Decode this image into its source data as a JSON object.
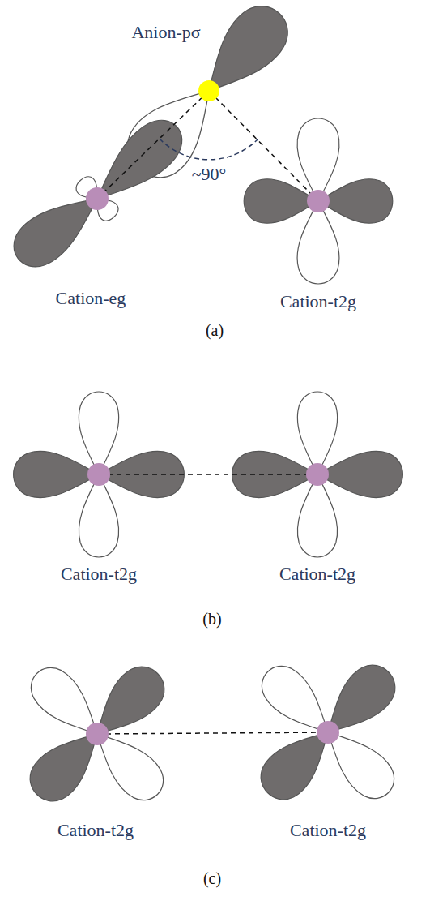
{
  "diagram": {
    "labels": [
      "Anion-pσ",
      "~90°",
      "Cation-eg",
      "Cation-t2g",
      "(a)",
      "Cation-t2g",
      "Cation-t2g",
      "(b)",
      "Cation-t2g",
      "Cation-t2g",
      "(c)"
    ]
  }
}
